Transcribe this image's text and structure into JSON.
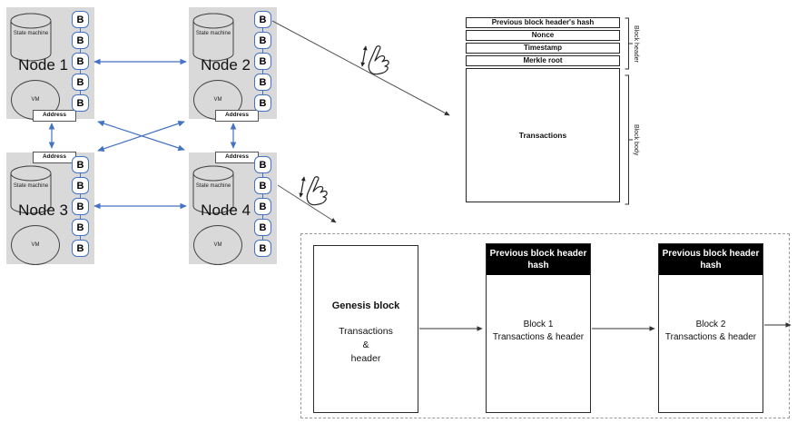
{
  "colors": {
    "node_bg": "#d9d9d9",
    "accent_blue": "#4472c4",
    "line_dark": "#3f3f3f",
    "header_bg": "#000000"
  },
  "network": {
    "block_label": "B",
    "nodes": [
      {
        "label": "Node 1",
        "state_machine_label": "State machine",
        "vm_label": "VM",
        "address_label": "Address"
      },
      {
        "label": "Node 2",
        "state_machine_label": "State machine",
        "vm_label": "VM",
        "address_label": "Address"
      },
      {
        "label": "Node 3",
        "state_machine_label": "State machine",
        "vm_label": "VM",
        "address_label": "Address"
      },
      {
        "label": "Node 4",
        "state_machine_label": "State machine",
        "vm_label": "VM",
        "address_label": "Address"
      }
    ]
  },
  "block_structure": {
    "header_fields": [
      "Previous block header's hash",
      "Nonce",
      "Timestamp",
      "Merkle root"
    ],
    "body_label": "Transactions",
    "header_bracket_label": "Block header",
    "body_bracket_label": "Block body"
  },
  "blockchain": {
    "genesis": {
      "title": "Genesis block",
      "lines": [
        "Transactions",
        "&",
        "header"
      ]
    },
    "blocks": [
      {
        "header_label": "Previous block header hash",
        "name": "Block 1",
        "subtitle": "Transactions & header"
      },
      {
        "header_label": "Previous block header hash",
        "name": "Block 2",
        "subtitle": "Transactions & header"
      }
    ]
  }
}
